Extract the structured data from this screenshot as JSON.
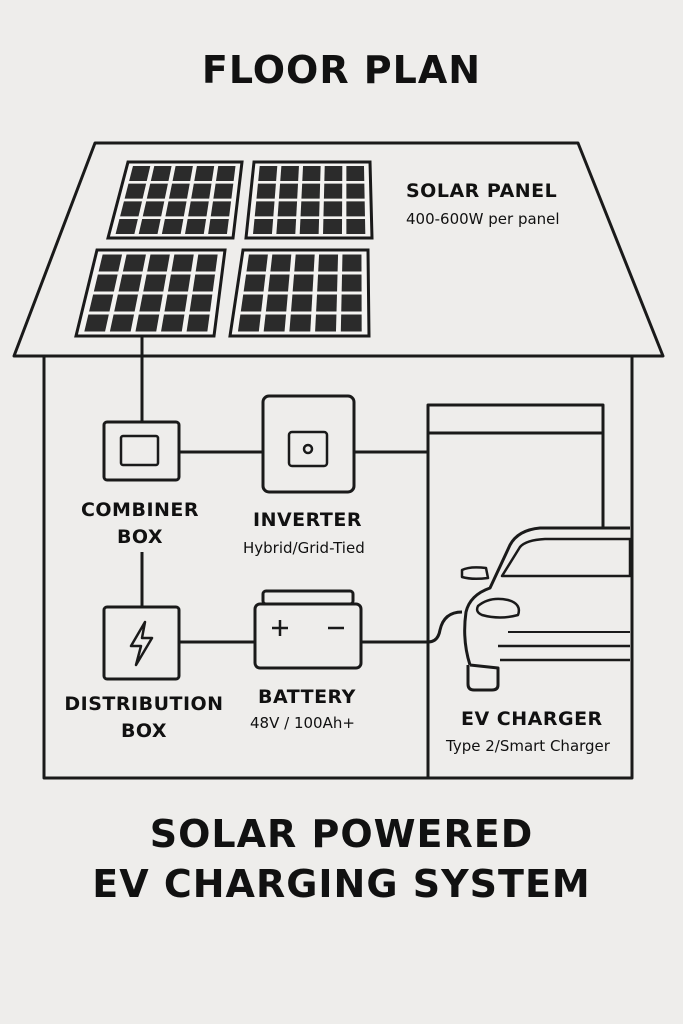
{
  "header": {
    "title": "FLOOR PLAN"
  },
  "solar_panel": {
    "label": "SOLAR PANEL",
    "spec": "400-600W per panel"
  },
  "combiner_box": {
    "label_line1": "COMBINER",
    "label_line2": "BOX"
  },
  "inverter": {
    "label": "INVERTER",
    "spec": "Hybrid/Grid-Tied"
  },
  "distribution_box": {
    "label_line1": "DISTRIBUTION",
    "label_line2": "BOX",
    "icon": "lightning-bolt-icon"
  },
  "battery": {
    "label": "BATTERY",
    "spec": "48V / 100Ah+",
    "icon": "battery-icon"
  },
  "ev_charger": {
    "label": "EV CHARGER",
    "spec": "Type 2/Smart Charger",
    "icon": "electric-car-icon"
  },
  "footer": {
    "title_line1": "SOLAR POWERED",
    "title_line2": "EV CHARGING SYSTEM"
  },
  "colors": {
    "line": "#1a1a1a",
    "background": "#eeedeb",
    "panel_cell": "#2b2b2b"
  }
}
